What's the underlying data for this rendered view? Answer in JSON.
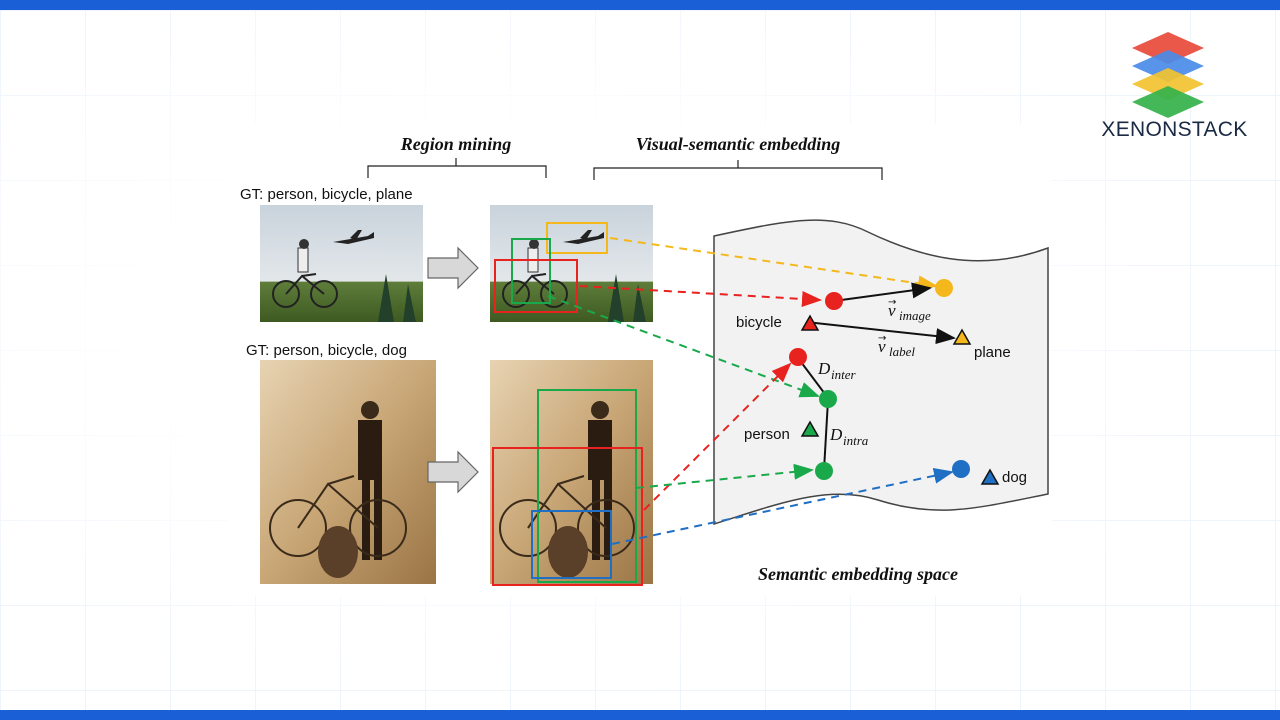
{
  "brand": {
    "name": "XENONSTACK",
    "bar_color": "#1a5fd6",
    "logo_layers": [
      "#e84a3a",
      "#4a8be8",
      "#f2c230",
      "#34b24a"
    ]
  },
  "diagram": {
    "headings": {
      "region_mining": "Region mining",
      "visual_semantic": "Visual-semantic embedding",
      "space": "Semantic embedding space"
    },
    "gt_top": "GT: person, bicycle, plane",
    "gt_bottom": "GT: person, bicycle, dog",
    "labels": {
      "bicycle": "bicycle",
      "plane": "plane",
      "person": "person",
      "dog": "dog"
    },
    "math": {
      "v_image_base": "v",
      "v_image_sub": "image",
      "v_label_base": "v",
      "v_label_sub": "label",
      "d_inter_base": "D",
      "d_inter_sub": "inter",
      "d_intra_base": "D",
      "d_intra_sub": "intra"
    },
    "colors": {
      "yellow": "#f4b81c",
      "red": "#e8221f",
      "green": "#1aa94a",
      "blue": "#1f6fc4"
    }
  }
}
